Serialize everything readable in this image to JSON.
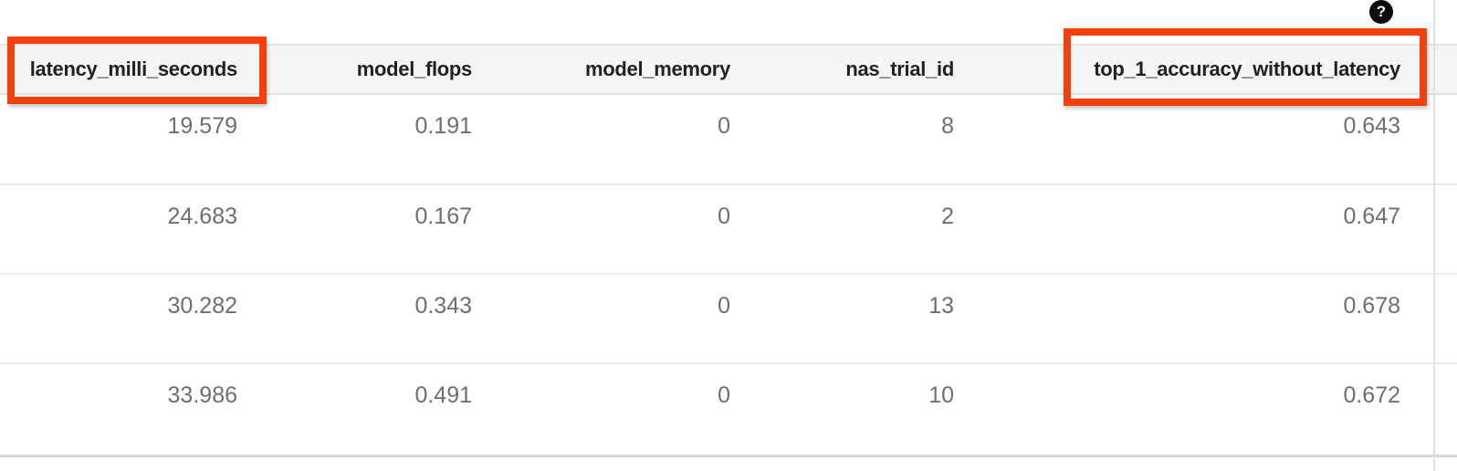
{
  "ui": {
    "highlight_color": "#f5400d",
    "help_glyph": "?"
  },
  "table": {
    "columns": [
      {
        "label": "latency_milli_seconds",
        "highlighted": true
      },
      {
        "label": "model_flops",
        "highlighted": false
      },
      {
        "label": "model_memory",
        "highlighted": false
      },
      {
        "label": "nas_trial_id",
        "highlighted": false
      },
      {
        "label": "top_1_accuracy_without_latency",
        "highlighted": true
      }
    ],
    "rows": [
      [
        "19.579",
        "0.191",
        "0",
        "8",
        "0.643"
      ],
      [
        "24.683",
        "0.167",
        "0",
        "2",
        "0.647"
      ],
      [
        "30.282",
        "0.343",
        "0",
        "13",
        "0.678"
      ],
      [
        "33.986",
        "0.491",
        "0",
        "10",
        "0.672"
      ]
    ]
  }
}
